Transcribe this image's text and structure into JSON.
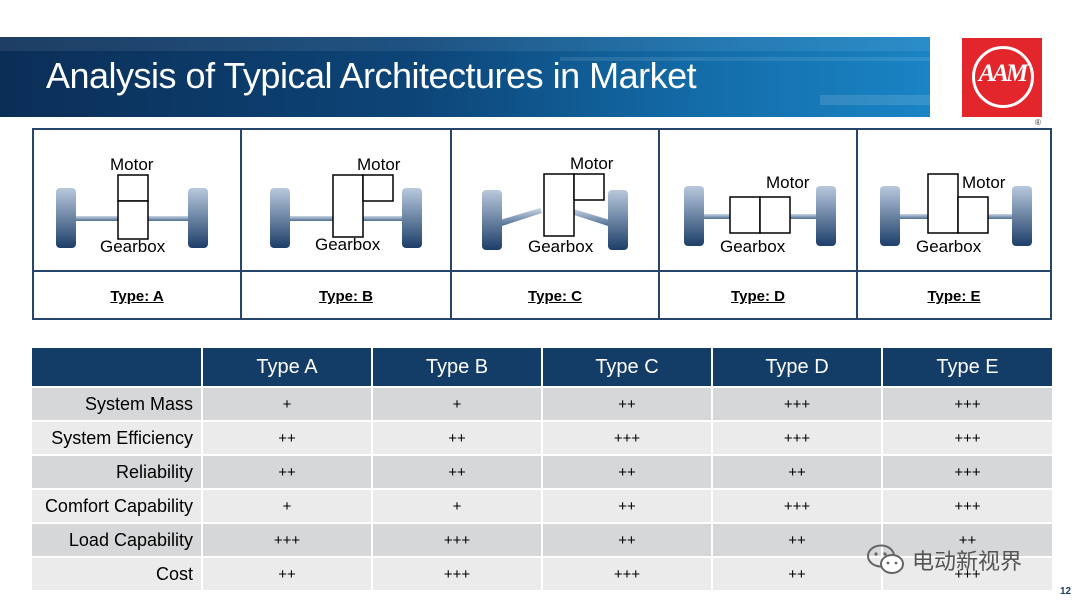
{
  "header": {
    "title": "Analysis of Typical Architectures in Market"
  },
  "logo": {
    "text": "AAM",
    "color": "#e3262b"
  },
  "architectures": [
    {
      "motor": "Motor",
      "gearbox": "Gearbox",
      "type_label": "Type: A"
    },
    {
      "motor": "Motor",
      "gearbox": "Gearbox",
      "type_label": "Type: B"
    },
    {
      "motor": "Motor",
      "gearbox": "Gearbox",
      "type_label": "Type: C"
    },
    {
      "motor": "Motor",
      "gearbox": "Gearbox",
      "type_label": "Type: D"
    },
    {
      "motor": "Motor",
      "gearbox": "Gearbox",
      "type_label": "Type: E"
    }
  ],
  "table": {
    "columns": [
      "",
      "Type A",
      "Type B",
      "Type C",
      "Type D",
      "Type E"
    ],
    "rows": [
      {
        "label": "System Mass",
        "values": [
          "+",
          "+",
          "++",
          "+++",
          "+++"
        ]
      },
      {
        "label": "System Efficiency",
        "values": [
          "++",
          "++",
          "+++",
          "+++",
          "+++"
        ]
      },
      {
        "label": "Reliability",
        "values": [
          "++",
          "++",
          "++",
          "++",
          "+++"
        ]
      },
      {
        "label": "Comfort Capability",
        "values": [
          "+",
          "+",
          "++",
          "+++",
          "+++"
        ]
      },
      {
        "label": "Load Capability",
        "values": [
          "+++",
          "+++",
          "++",
          "++",
          "++"
        ]
      },
      {
        "label": "Cost",
        "values": [
          "++",
          "+++",
          "+++",
          "++",
          "+++"
        ]
      }
    ]
  },
  "watermark": {
    "text": "电动新视界"
  },
  "page_number": "12",
  "colors": {
    "header_dark": "#0b2e57",
    "table_header": "#133c66",
    "border": "#26456b"
  }
}
